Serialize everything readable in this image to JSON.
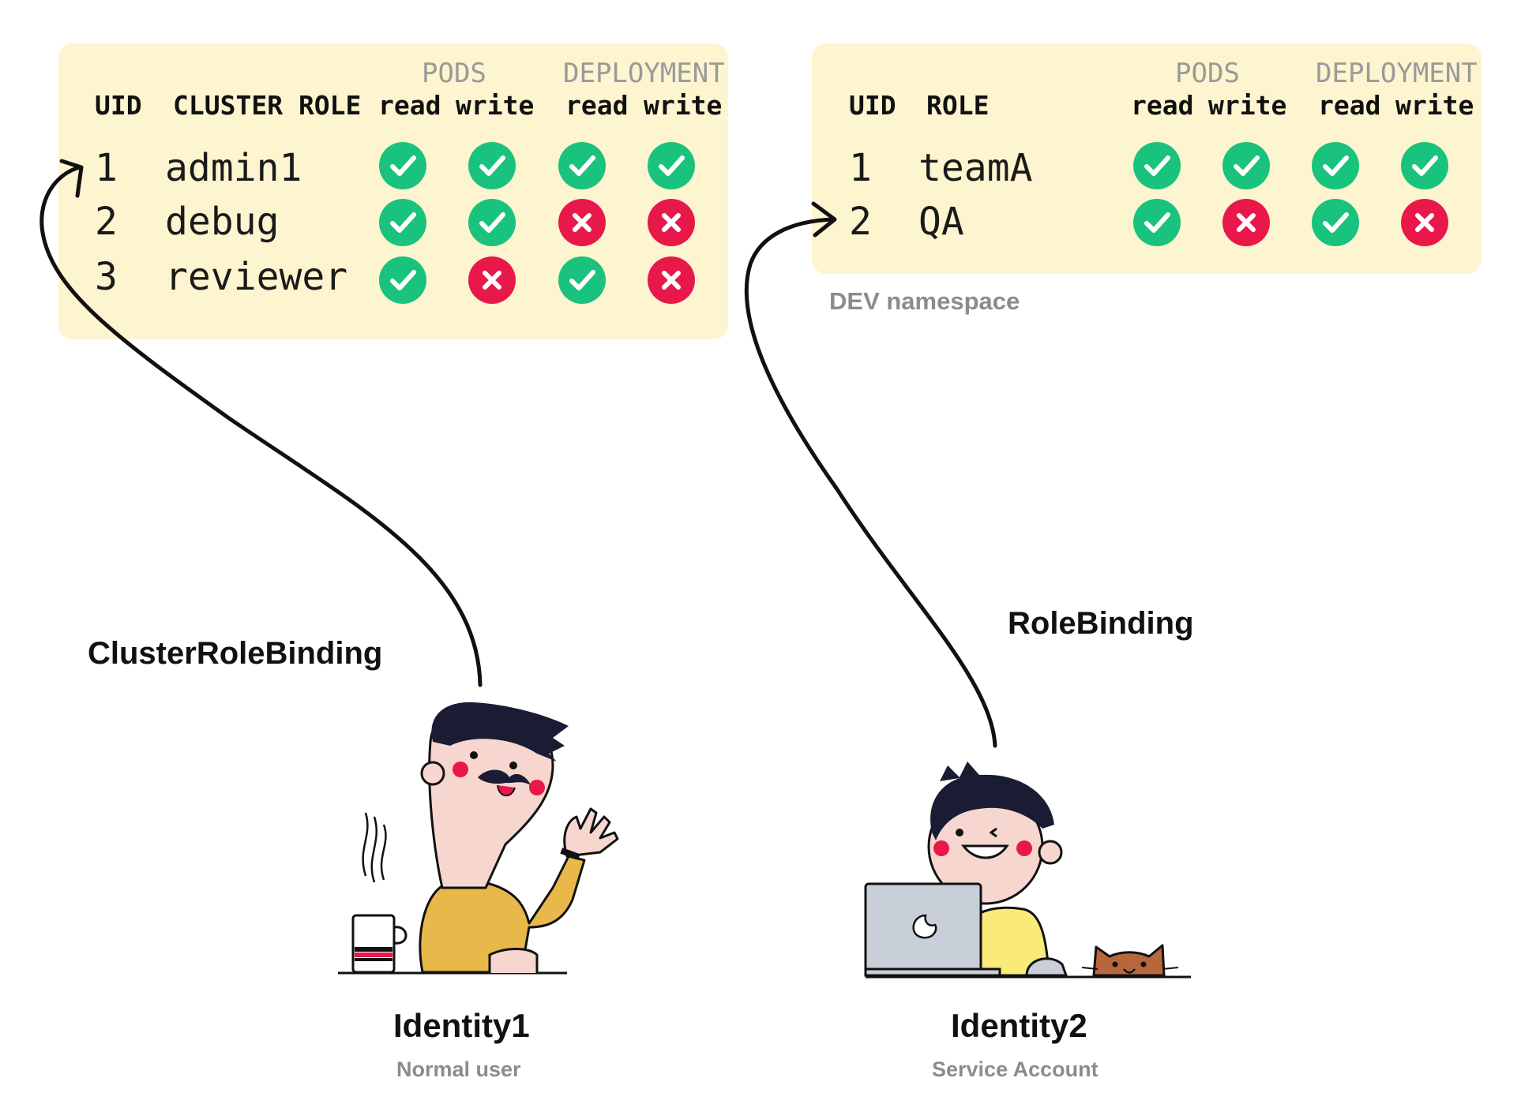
{
  "colors": {
    "panel": "#fcf5cf",
    "allow": "#19c37d",
    "deny": "#e8194a",
    "ink": "#111111"
  },
  "cluster_table": {
    "group_pods": "PODS",
    "group_deployment": "DEPLOYMENT",
    "headers": [
      "UID",
      "CLUSTER ROLE",
      "read",
      "write",
      "read",
      "write"
    ],
    "rows": [
      {
        "uid": "1",
        "name": "admin1",
        "perms": [
          true,
          true,
          true,
          true
        ]
      },
      {
        "uid": "2",
        "name": "debug",
        "perms": [
          true,
          true,
          false,
          false
        ]
      },
      {
        "uid": "3",
        "name": "reviewer",
        "perms": [
          true,
          false,
          true,
          false
        ]
      }
    ]
  },
  "role_table": {
    "group_pods": "PODS",
    "group_deployment": "DEPLOYMENT",
    "headers": [
      "UID",
      "ROLE",
      "read",
      "write",
      "read",
      "write"
    ],
    "rows": [
      {
        "uid": "1",
        "name": "teamA",
        "perms": [
          true,
          true,
          true,
          true
        ]
      },
      {
        "uid": "2",
        "name": "QA",
        "perms": [
          true,
          false,
          true,
          false
        ]
      }
    ],
    "namespace_label": "DEV namespace"
  },
  "bindings": {
    "cluster": "ClusterRoleBinding",
    "role": "RoleBinding"
  },
  "identities": [
    {
      "name": "Identity1",
      "subtitle": "Normal user"
    },
    {
      "name": "Identity2",
      "subtitle": "Service Account"
    }
  ],
  "icons": {
    "allow": "check-icon",
    "deny": "cross-icon"
  }
}
